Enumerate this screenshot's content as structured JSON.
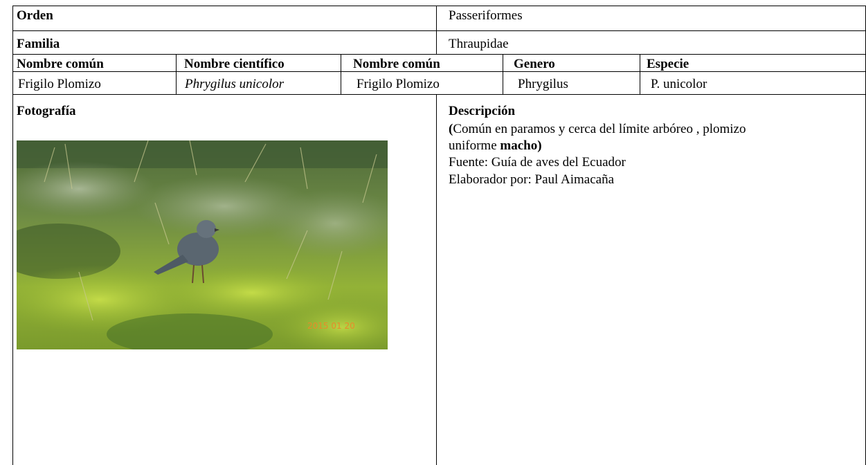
{
  "orden": {
    "label": "Orden",
    "value": "Passeriformes"
  },
  "familia": {
    "label": "Familia",
    "value": "Thraupidae"
  },
  "headers": {
    "nombre_comun_1": "Nombre común",
    "nombre_cientifico": "Nombre científico",
    "nombre_comun_2": "Nombre común",
    "genero": "Genero",
    "especie": "Especie"
  },
  "values": {
    "nombre_comun_1": "Frigilo Plomizo",
    "nombre_cientifico": "Phrygilus unicolor",
    "nombre_comun_2": "Frigilo Plomizo",
    "genero": "Phrygilus",
    "especie": "P. unicolor"
  },
  "fotografia": {
    "label": "Fotografía",
    "date_stamp": "2015 01 20"
  },
  "descripcion": {
    "label": "Descripción",
    "line1_prefix": "(",
    "line1_text": "Común en paramos y cerca del límite arbóreo , plomizo",
    "line2_text": "uniforme ",
    "line2_bold": "macho",
    "line2_suffix": ")",
    "fuente": "Fuente: Guía de aves del Ecuador",
    "elaborador": "Elaborador por: Paul Aimacaña"
  }
}
